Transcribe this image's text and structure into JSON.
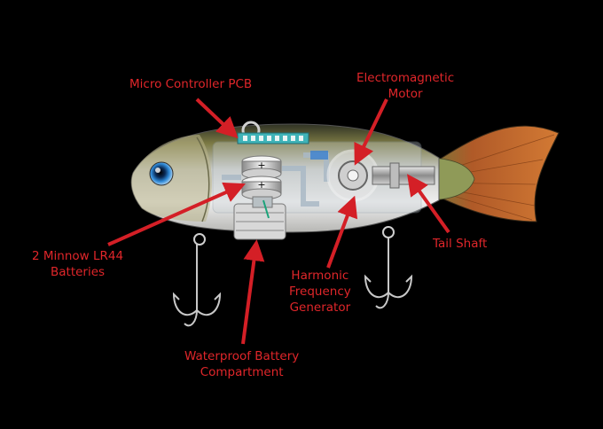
{
  "labels": {
    "micro_controller": "Micro Controller PCB",
    "motor": [
      "Electromagnetic",
      "Motor"
    ],
    "batteries": [
      "2 Minnow LR44",
      "Batteries"
    ],
    "tail_shaft": "Tail Shaft",
    "generator": [
      "Harmonic",
      "Frequency",
      "Generator"
    ],
    "compartment": [
      "Waterproof Battery",
      "Compartment"
    ]
  },
  "battery_symbols": [
    "+",
    "+"
  ],
  "colors": {
    "background": "#000000",
    "label_text": "#e0262a",
    "arrow": "#d41f26"
  }
}
